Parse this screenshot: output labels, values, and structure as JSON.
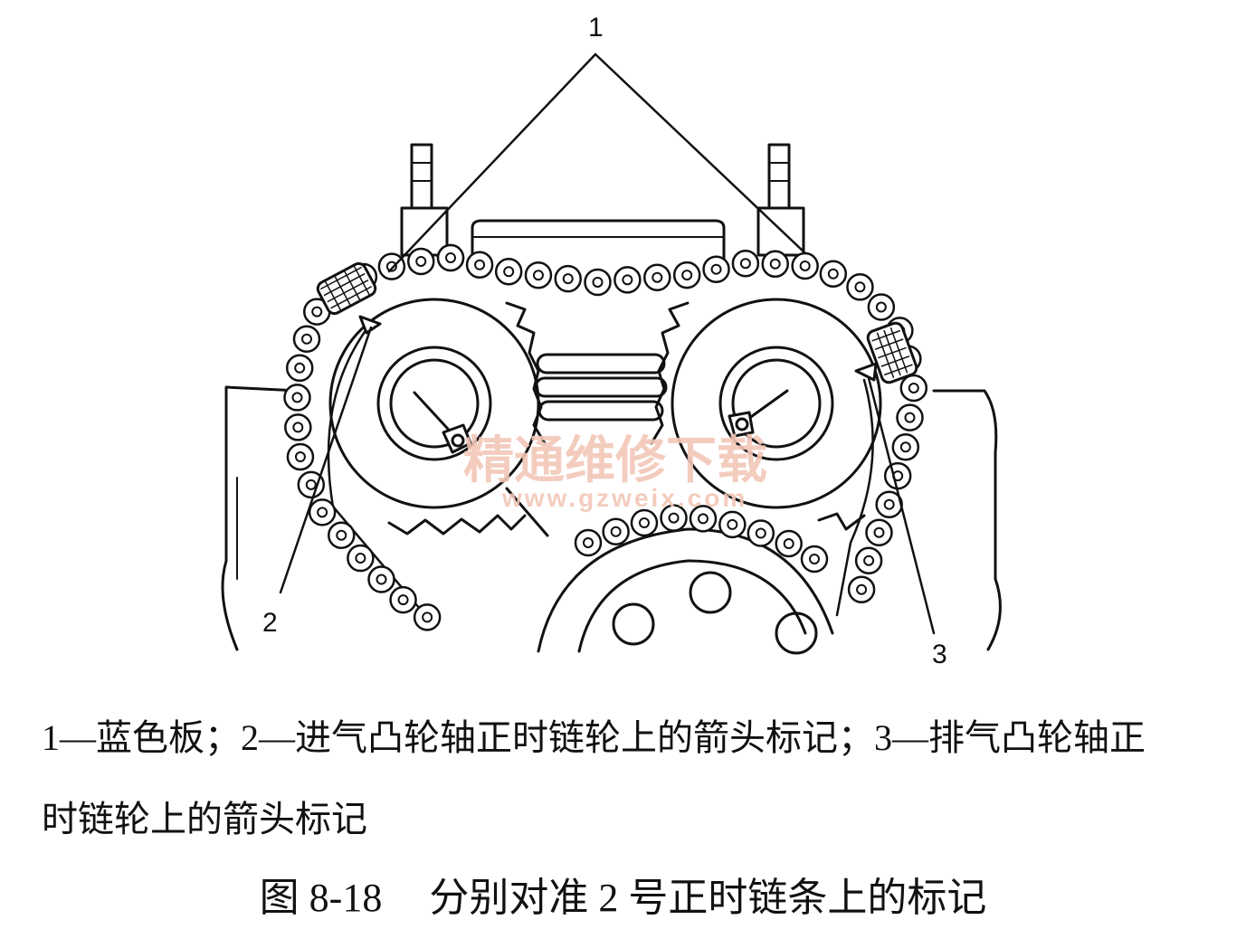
{
  "diagram": {
    "callouts": [
      "1",
      "2",
      "3"
    ],
    "watermark": {
      "text": "精通维修下载",
      "url": "www.gzweix.com",
      "color": "#f2c7b8"
    }
  },
  "legend": {
    "line1": "1—蓝色板；2—进气凸轮轴正时链轮上的箭头标记；3—排气凸轮轴正",
    "line2": "时链轮上的箭头标记"
  },
  "figure": {
    "number": "图 8-18",
    "title": "分别对准 2 号正时链条上的标记"
  }
}
